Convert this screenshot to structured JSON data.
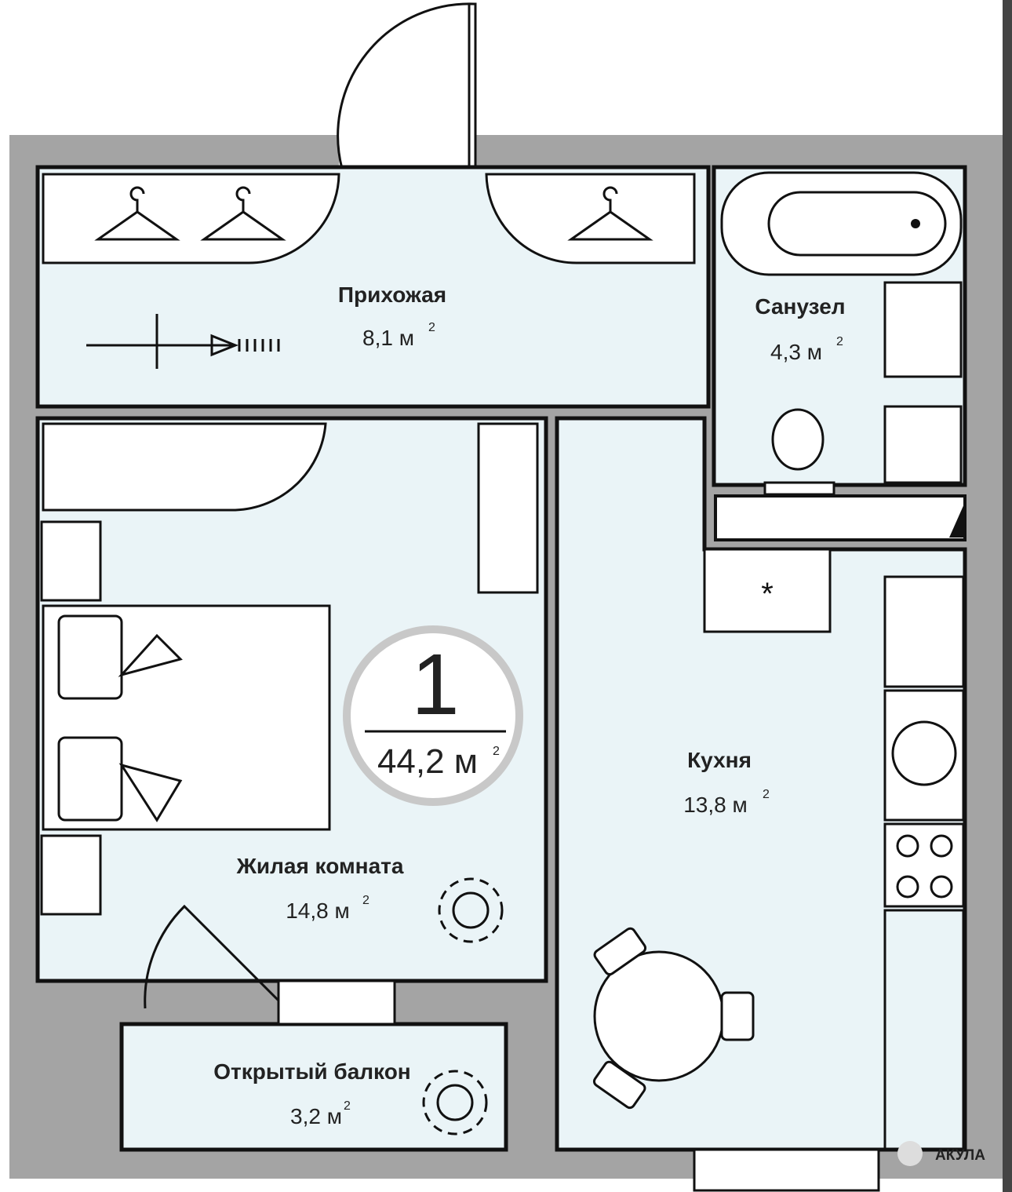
{
  "plan": {
    "apartment_rooms": "1",
    "total_area": "44,2 м",
    "unit_sup": "2"
  },
  "rooms": [
    {
      "name": "Прихожая",
      "area": "8,1 м"
    },
    {
      "name": "Санузел",
      "area": "4,3 м"
    },
    {
      "name": "Жилая комната",
      "area": "14,8 м"
    },
    {
      "name": "Кухня",
      "area": "13,8 м"
    },
    {
      "name": "Открытый балкон",
      "area": "3,2 м"
    }
  ],
  "watermark": "АКУЛА",
  "colors": {
    "wall": "#a4a4a4",
    "room": "#eaf4f7",
    "line": "#111111"
  }
}
